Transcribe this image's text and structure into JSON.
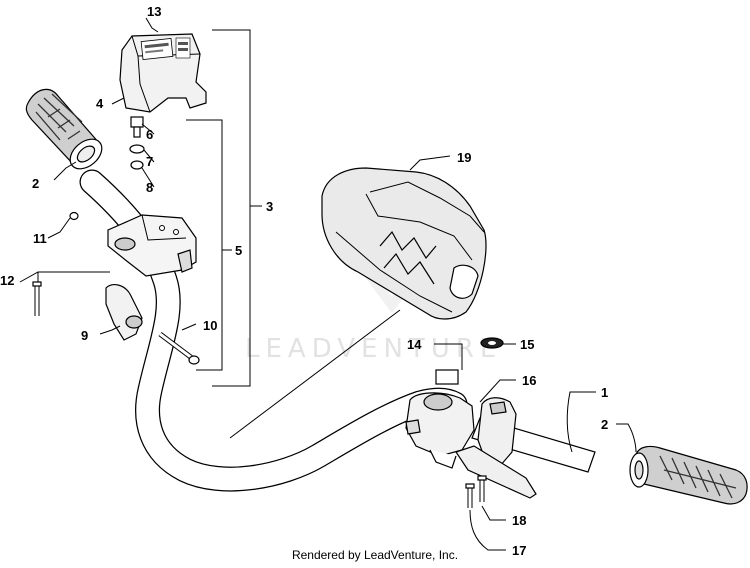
{
  "watermark": "LEADVENTURE",
  "footer": "Rendered by LeadVenture, Inc.",
  "callouts": {
    "c1": "1",
    "c2a": "2",
    "c2b": "2",
    "c3": "3",
    "c4": "4",
    "c5": "5",
    "c6": "6",
    "c7": "7",
    "c8": "8",
    "c9": "9",
    "c10": "10",
    "c11": "11",
    "c12": "12",
    "c13": "13",
    "c14": "14",
    "c15": "15",
    "c16": "16",
    "c17": "17",
    "c18": "18",
    "c19": "19"
  }
}
